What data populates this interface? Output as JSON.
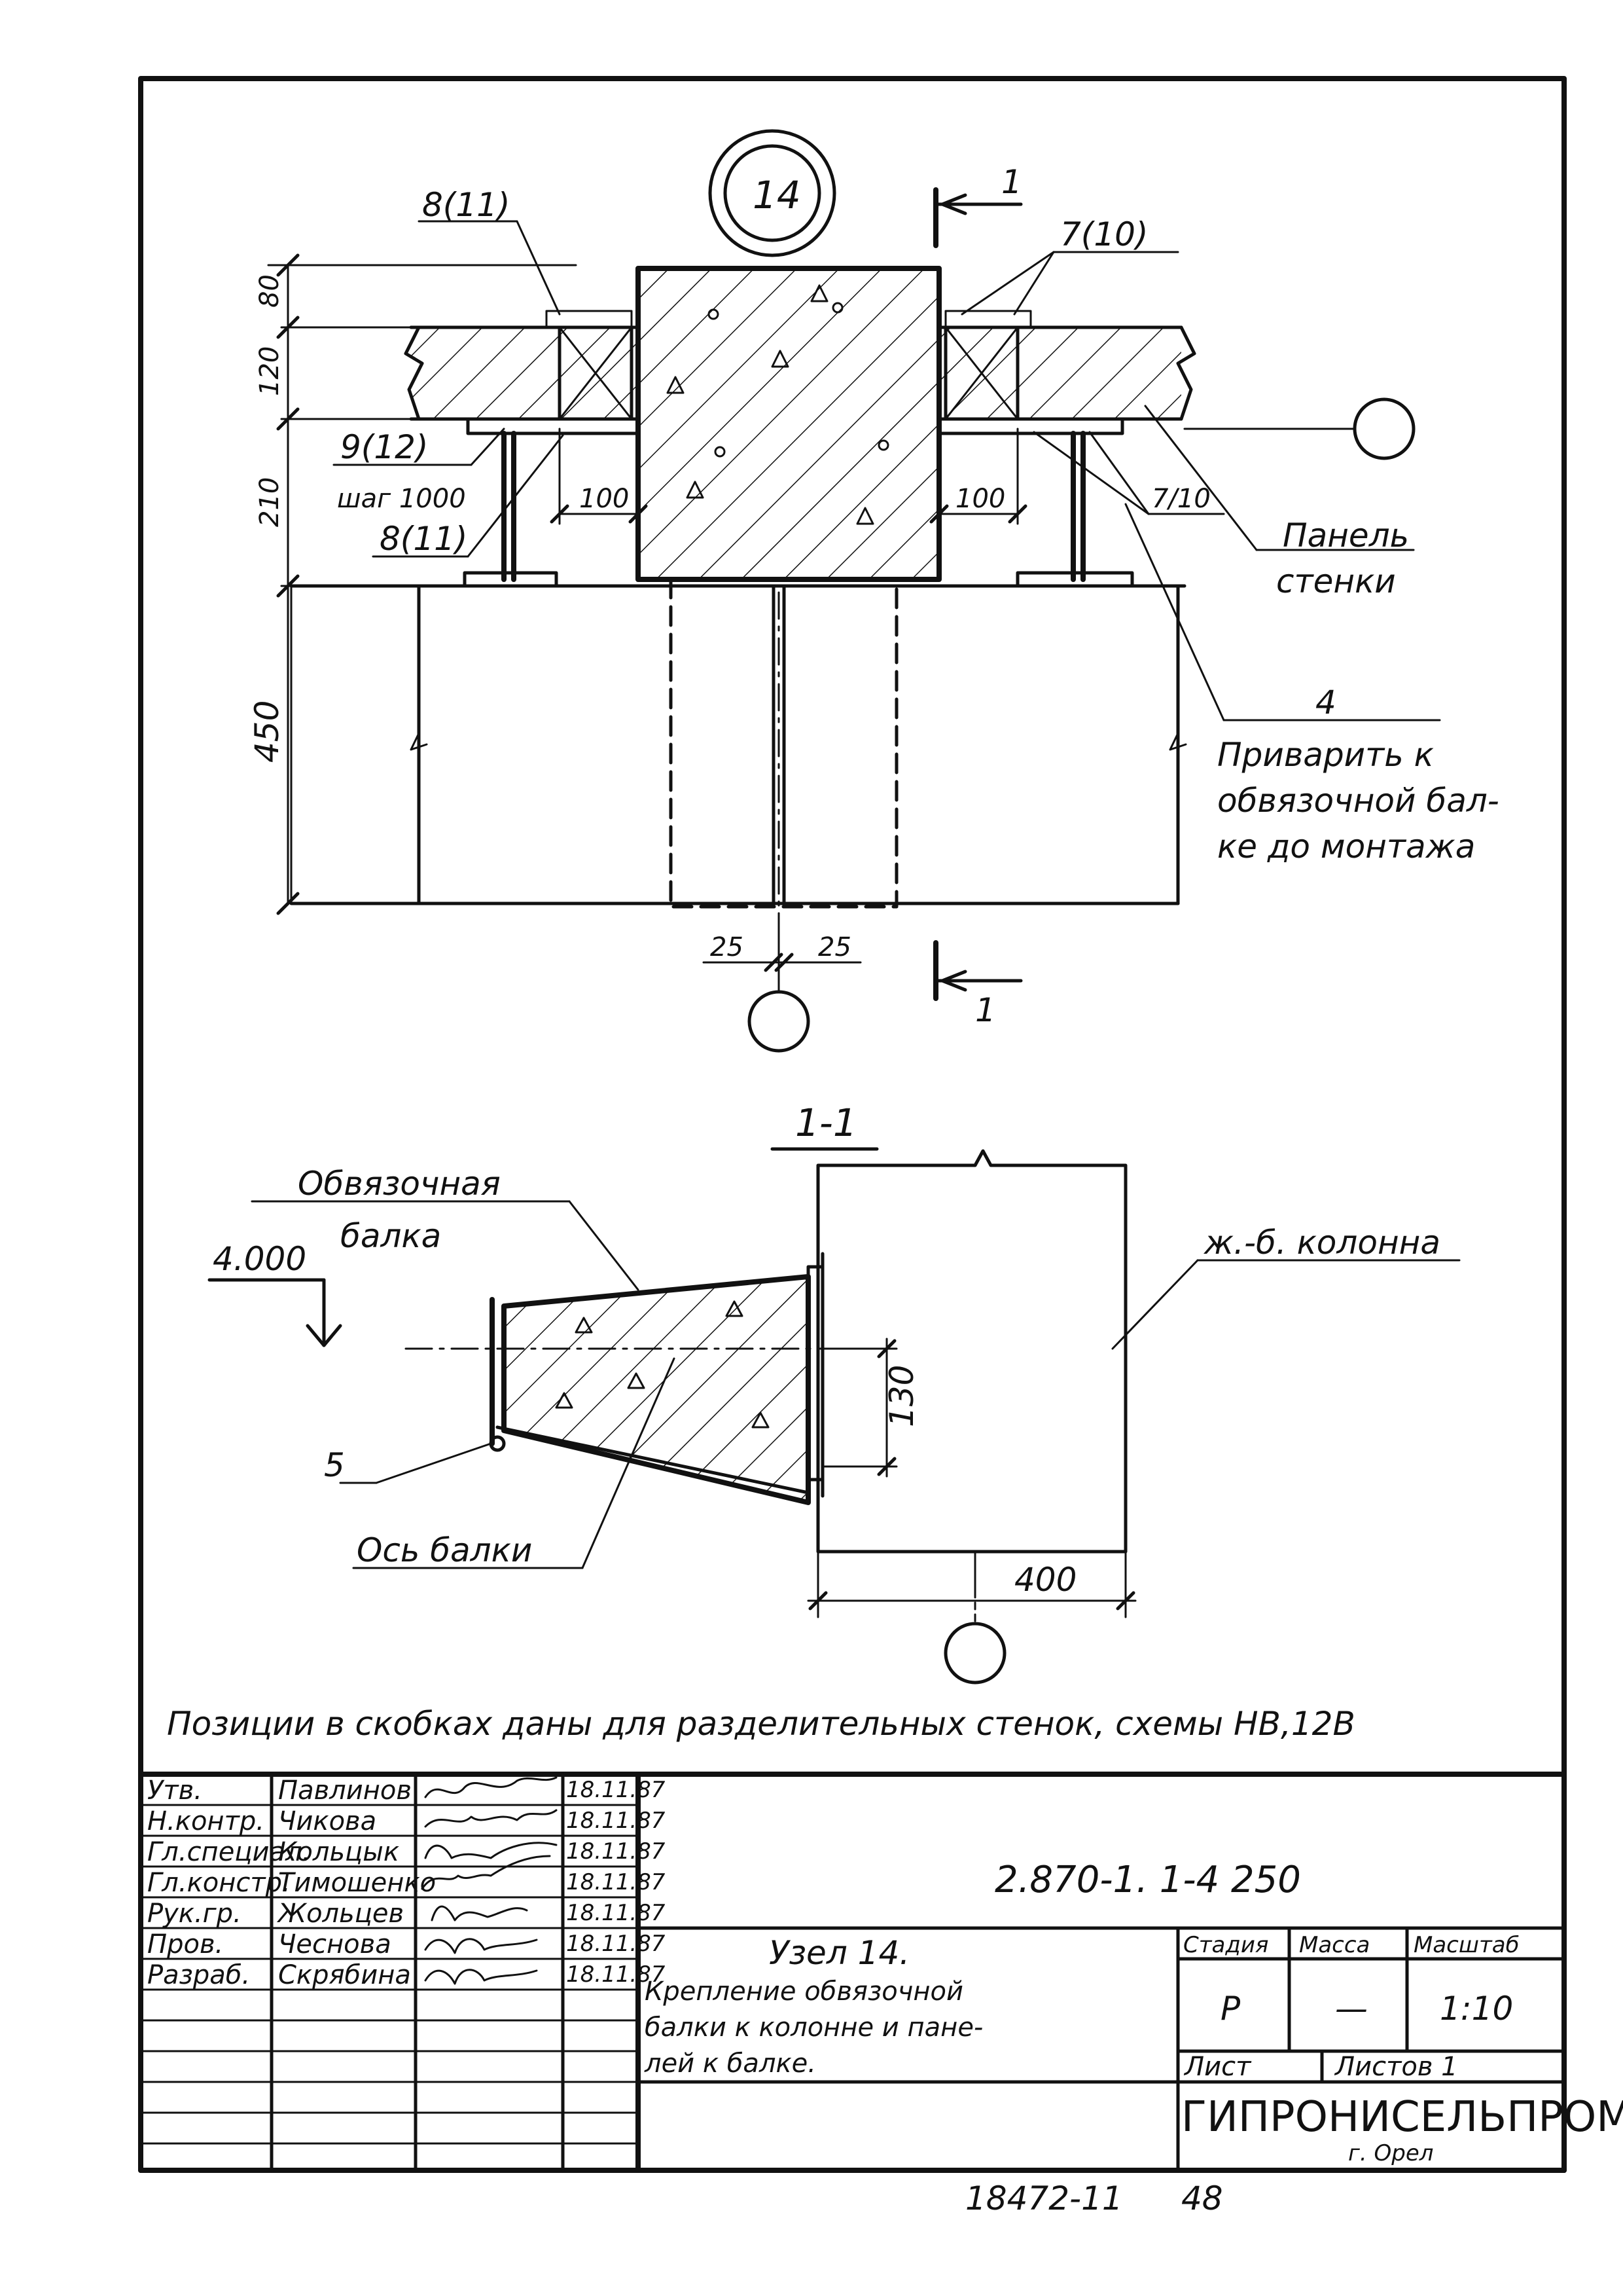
{
  "drawing": {
    "node_number": "14",
    "section_mark": "1",
    "callouts": {
      "p8_11_top": "8(11)",
      "p7_10_top": "7(10)",
      "p9_12": "9(12)",
      "step": "шаг 1000",
      "p8_11_mid": "8(11)",
      "p7_10_mid": "7/10",
      "p4": "4",
      "panel_line1": "Панель",
      "panel_line2": "стенки",
      "weld_line1": "Приварить к",
      "weld_line2": "обвязочной бал-",
      "weld_line3": "ке до монтажа"
    },
    "dimensions": {
      "d80": "80",
      "d120": "120",
      "d210": "210",
      "d450": "450",
      "d100_left": "100",
      "d100_right": "100",
      "d25_left": "25",
      "d25_right": "25",
      "d130": "130",
      "d400": "400"
    },
    "section": {
      "title": "1-1",
      "beam_line1": "Обвязочная",
      "beam_line2": "балка",
      "elevation": "4.000",
      "pos5": "5",
      "axis_label": "Ось балки",
      "column_label": "ж.-б. колонна"
    },
    "note": "Позиции в скобках даны для разделительных стенок, схемы НВ,12В"
  },
  "title_block": {
    "signatures": [
      {
        "role": "Утв.",
        "name": "Павлинов",
        "date": "18.11.87"
      },
      {
        "role": "Н.контр.",
        "name": "Чикова",
        "date": "18.11.87"
      },
      {
        "role": "Гл.специал.",
        "name": "Кольцык",
        "date": "18.11.87"
      },
      {
        "role": "Гл.констр.",
        "name": "Тимошенко",
        "date": "18.11.87"
      },
      {
        "role": "Рук.гр.",
        "name": "Жольцев",
        "date": "18.11.87"
      },
      {
        "role": "Пров.",
        "name": "Чеснова",
        "date": "18.11.87"
      },
      {
        "role": "Разраб.",
        "name": "Скрябина",
        "date": "18.11.87"
      }
    ],
    "code": "2.870-1.  1-4    250",
    "node_title": "Узел 14.",
    "desc_line1": "Крепление обвязочной",
    "desc_line2": "балки к колонне и пане-",
    "desc_line3": "лей к балке.",
    "stage_label": "Стадия",
    "mass_label": "Масса",
    "scale_label": "Масштаб",
    "stage_value": "Р",
    "mass_value": "—",
    "scale_value": "1:10",
    "sheet_label": "Лист",
    "sheets_label": "Листов 1",
    "org": "ГИПРОНИСЕЛЬПРОМ",
    "city": "г. Орел"
  },
  "footer": {
    "inventory": "18472-11",
    "page": "48"
  }
}
